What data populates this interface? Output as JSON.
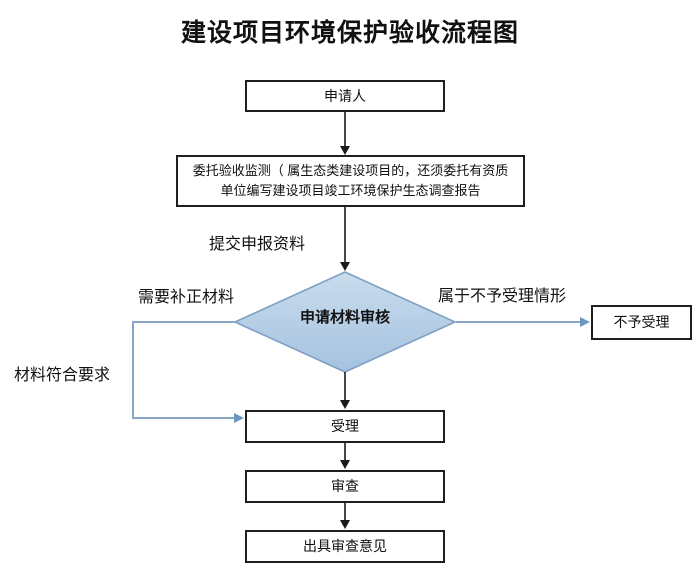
{
  "title": "建设项目环境保护验收流程图",
  "colors": {
    "flow_black": "#1a1a1a",
    "flow_blue": "#88a6c6",
    "flow_blue_head": "#6f96c0",
    "diamond_top": "#cadced",
    "diamond_bottom": "#a4c2e0",
    "diamond_border": "#7da0c4",
    "box_border": "#1f1f1f",
    "box_fill": "#ffffff",
    "page_bg": "#ffffff",
    "text": "#111111"
  },
  "nodes": {
    "applicant": {
      "label": "申请人"
    },
    "commission": {
      "line1": "委托验收监测（ 属生态类建设项目的，还须委托有资质",
      "line2": "单位编写建设项目竣工环境保护生态调查报告"
    },
    "decision": {
      "label": "申请材料审核"
    },
    "reject": {
      "label": "不予受理"
    },
    "accept": {
      "label": "受理"
    },
    "review": {
      "label": "审查"
    },
    "opinion": {
      "label": "出具审查意见"
    }
  },
  "edge_labels": {
    "submit": "提交申报资料",
    "need_fix": "需要补正材料",
    "qualified": "材料符合要求",
    "not_accept_case": "属于不予受理情形"
  }
}
